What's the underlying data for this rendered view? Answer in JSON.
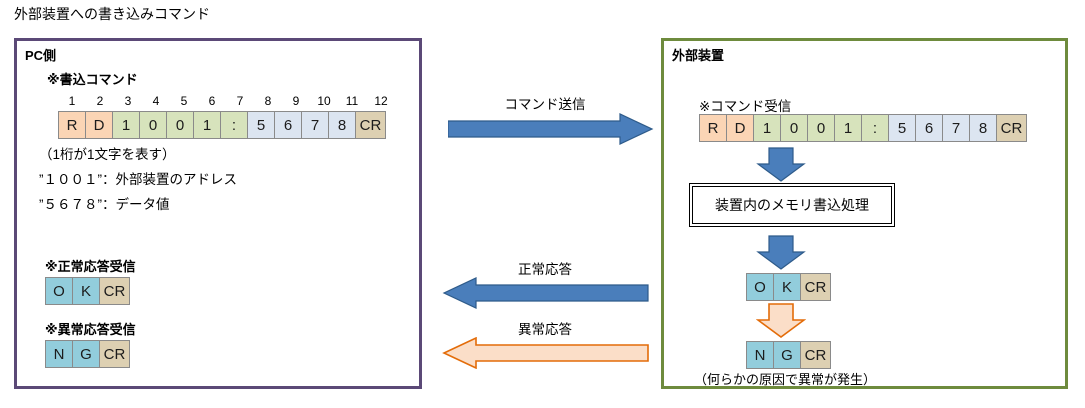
{
  "diagram": {
    "title": "外部装置への書き込みコマンド"
  },
  "colors": {
    "pc_panel_border": "#5b4977",
    "device_panel_border": "#6e8b3d",
    "cell_command_prefix": "#fbd5b5",
    "cell_address": "#d7e3bc",
    "cell_data": "#dce5f1",
    "cell_cr": "#ddd0b2",
    "cell_response": "#92cddc",
    "arrow_blue_fill": "#4a7ebb",
    "arrow_blue_stroke": "#2e5b8a",
    "arrow_orange_fill": "#fbdec8",
    "arrow_orange_stroke": "#e36c09"
  },
  "pc_panel": {
    "title": "PC側",
    "command_section": {
      "heading": "※書込コマンド",
      "indices": [
        "1",
        "2",
        "3",
        "4",
        "5",
        "6",
        "7",
        "8",
        "9",
        "10",
        "11",
        "12"
      ],
      "cells": [
        {
          "text": "R",
          "color": "c-orange"
        },
        {
          "text": "D",
          "color": "c-orange"
        },
        {
          "text": "1",
          "color": "c-green"
        },
        {
          "text": "0",
          "color": "c-green"
        },
        {
          "text": "0",
          "color": "c-green"
        },
        {
          "text": "1",
          "color": "c-green"
        },
        {
          "text": ":",
          "color": "c-green"
        },
        {
          "text": "5",
          "color": "c-blue"
        },
        {
          "text": "6",
          "color": "c-blue"
        },
        {
          "text": "7",
          "color": "c-blue"
        },
        {
          "text": "8",
          "color": "c-blue"
        },
        {
          "text": "CR",
          "color": "c-tan"
        }
      ],
      "notes": [
        "（1桁が1文字を表す）",
        "”１００１”：外部装置のアドレス",
        "”５６７８”：データ値"
      ]
    },
    "ok_section": {
      "heading": "※正常応答受信",
      "cells": [
        {
          "text": "O",
          "color": "c-cyan"
        },
        {
          "text": "K",
          "color": "c-cyan"
        },
        {
          "text": "CR",
          "color": "c-tan"
        }
      ]
    },
    "ng_section": {
      "heading": "※異常応答受信",
      "cells": [
        {
          "text": "N",
          "color": "c-cyan"
        },
        {
          "text": "G",
          "color": "c-cyan"
        },
        {
          "text": "CR",
          "color": "c-tan"
        }
      ]
    }
  },
  "device_panel": {
    "title": "外部装置",
    "receive_section": {
      "heading": "※コマンド受信",
      "cells": [
        {
          "text": "R",
          "color": "c-orange"
        },
        {
          "text": "D",
          "color": "c-orange"
        },
        {
          "text": "1",
          "color": "c-green"
        },
        {
          "text": "0",
          "color": "c-green"
        },
        {
          "text": "0",
          "color": "c-green"
        },
        {
          "text": "1",
          "color": "c-green"
        },
        {
          "text": ":",
          "color": "c-green"
        },
        {
          "text": "5",
          "color": "c-blue"
        },
        {
          "text": "6",
          "color": "c-blue"
        },
        {
          "text": "7",
          "color": "c-blue"
        },
        {
          "text": "8",
          "color": "c-blue"
        },
        {
          "text": "CR",
          "color": "c-tan"
        }
      ]
    },
    "process_box": {
      "label": "装置内のメモリ書込処理"
    },
    "ok_section": {
      "cells": [
        {
          "text": "O",
          "color": "c-cyan"
        },
        {
          "text": "K",
          "color": "c-cyan"
        },
        {
          "text": "CR",
          "color": "c-tan"
        }
      ]
    },
    "ng_section": {
      "cells": [
        {
          "text": "N",
          "color": "c-cyan"
        },
        {
          "text": "G",
          "color": "c-cyan"
        },
        {
          "text": "CR",
          "color": "c-tan"
        }
      ],
      "note": "（何らかの原因で異常が発生）"
    }
  },
  "flows": {
    "command_send": {
      "label": "コマンド送信",
      "direction": "right",
      "style": "blue"
    },
    "normal_response": {
      "label": "正常応答",
      "direction": "left",
      "style": "blue"
    },
    "error_response": {
      "label": "異常応答",
      "direction": "left",
      "style": "orange"
    }
  }
}
